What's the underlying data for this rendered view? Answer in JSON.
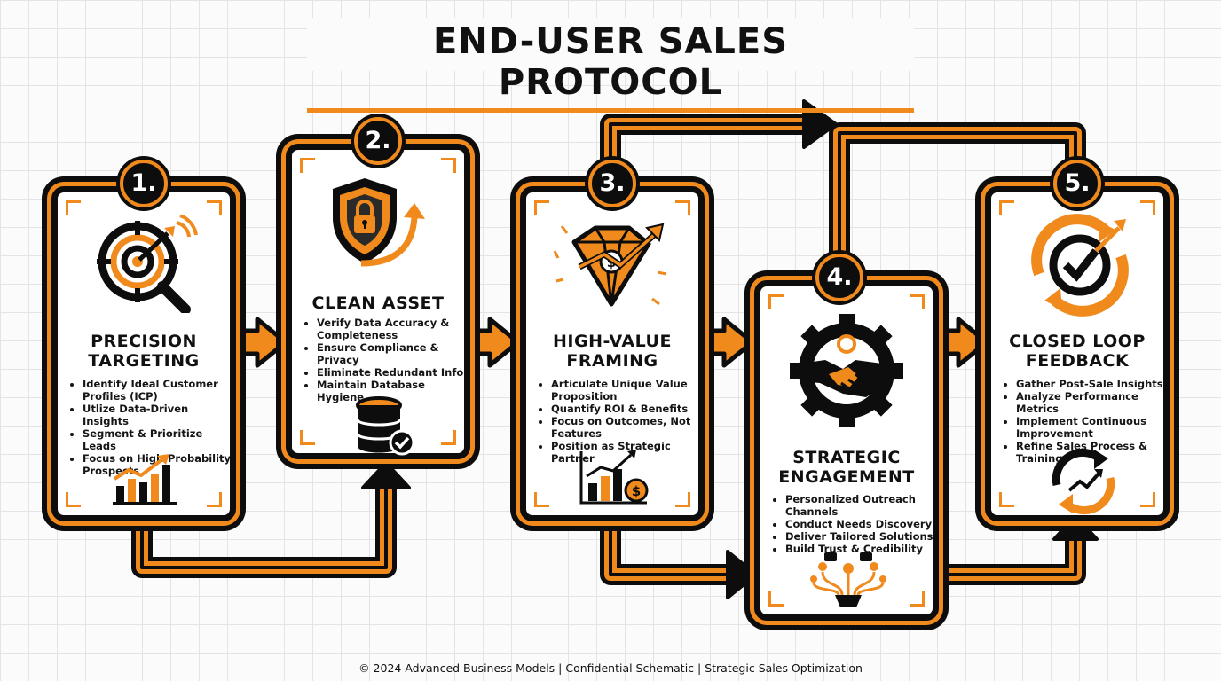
{
  "title": "END-USER SALES PROTOCOL",
  "colors": {
    "accent": "#f08a1c",
    "ink": "#0d0d0d",
    "background": "#fbfbfb"
  },
  "steps": [
    {
      "number": "1.",
      "title_lines": [
        "PRECISION",
        "TARGETING"
      ],
      "icon": "target-magnifier-icon",
      "bottom_icon": "rising-bar-chart-icon",
      "bullets": [
        "Identify Ideal Customer Profiles (ICP)",
        "Utlize Data-Driven Insights",
        "Segment & Prioritize Leads",
        "Focus on High-Probability Prospects"
      ]
    },
    {
      "number": "2.",
      "title_lines": [
        "CLEAN ASSET"
      ],
      "icon": "shield-lock-icon",
      "bottom_icon": "database-check-icon",
      "bullets": [
        "Verify Data Accuracy & Completeness",
        "Ensure Compliance & Privacy",
        "Eliminate Redundant Info",
        "Maintain Database Hygiene"
      ]
    },
    {
      "number": "3.",
      "title_lines": [
        "HIGH-VALUE",
        "FRAMING"
      ],
      "icon": "diamond-dollar-icon",
      "bottom_icon": "bar-chart-dollar-icon",
      "bullets": [
        "Articulate Unique Value Proposition",
        "Quantify ROI & Benefits",
        "Focus on Outcomes, Not Features",
        "Position as Strategic Partner"
      ]
    },
    {
      "number": "4.",
      "title_lines": [
        "STRATEGIC",
        "ENGAGEMENT"
      ],
      "icon": "gear-handshake-icon",
      "bottom_icon": "funnel-network-icon",
      "bullets": [
        "Personalized Outreach Channels",
        "Conduct Needs Discovery",
        "Deliver Tailored Solutions",
        "Build Trust & Credibility"
      ]
    },
    {
      "number": "5.",
      "title_lines": [
        "CLOSED LOOP",
        "FEEDBACK"
      ],
      "icon": "refresh-check-icon",
      "bottom_icon": "cycle-arrows-icon",
      "bullets": [
        "Gather Post-Sale Insights",
        "Analyze Performance Metrics",
        "Implement Continuous Improvement",
        "Refine Sales Process & Training"
      ]
    }
  ],
  "footer": "© 2024 Advanced Business Models | Confidential Schematic | Strategic Sales Optimization"
}
